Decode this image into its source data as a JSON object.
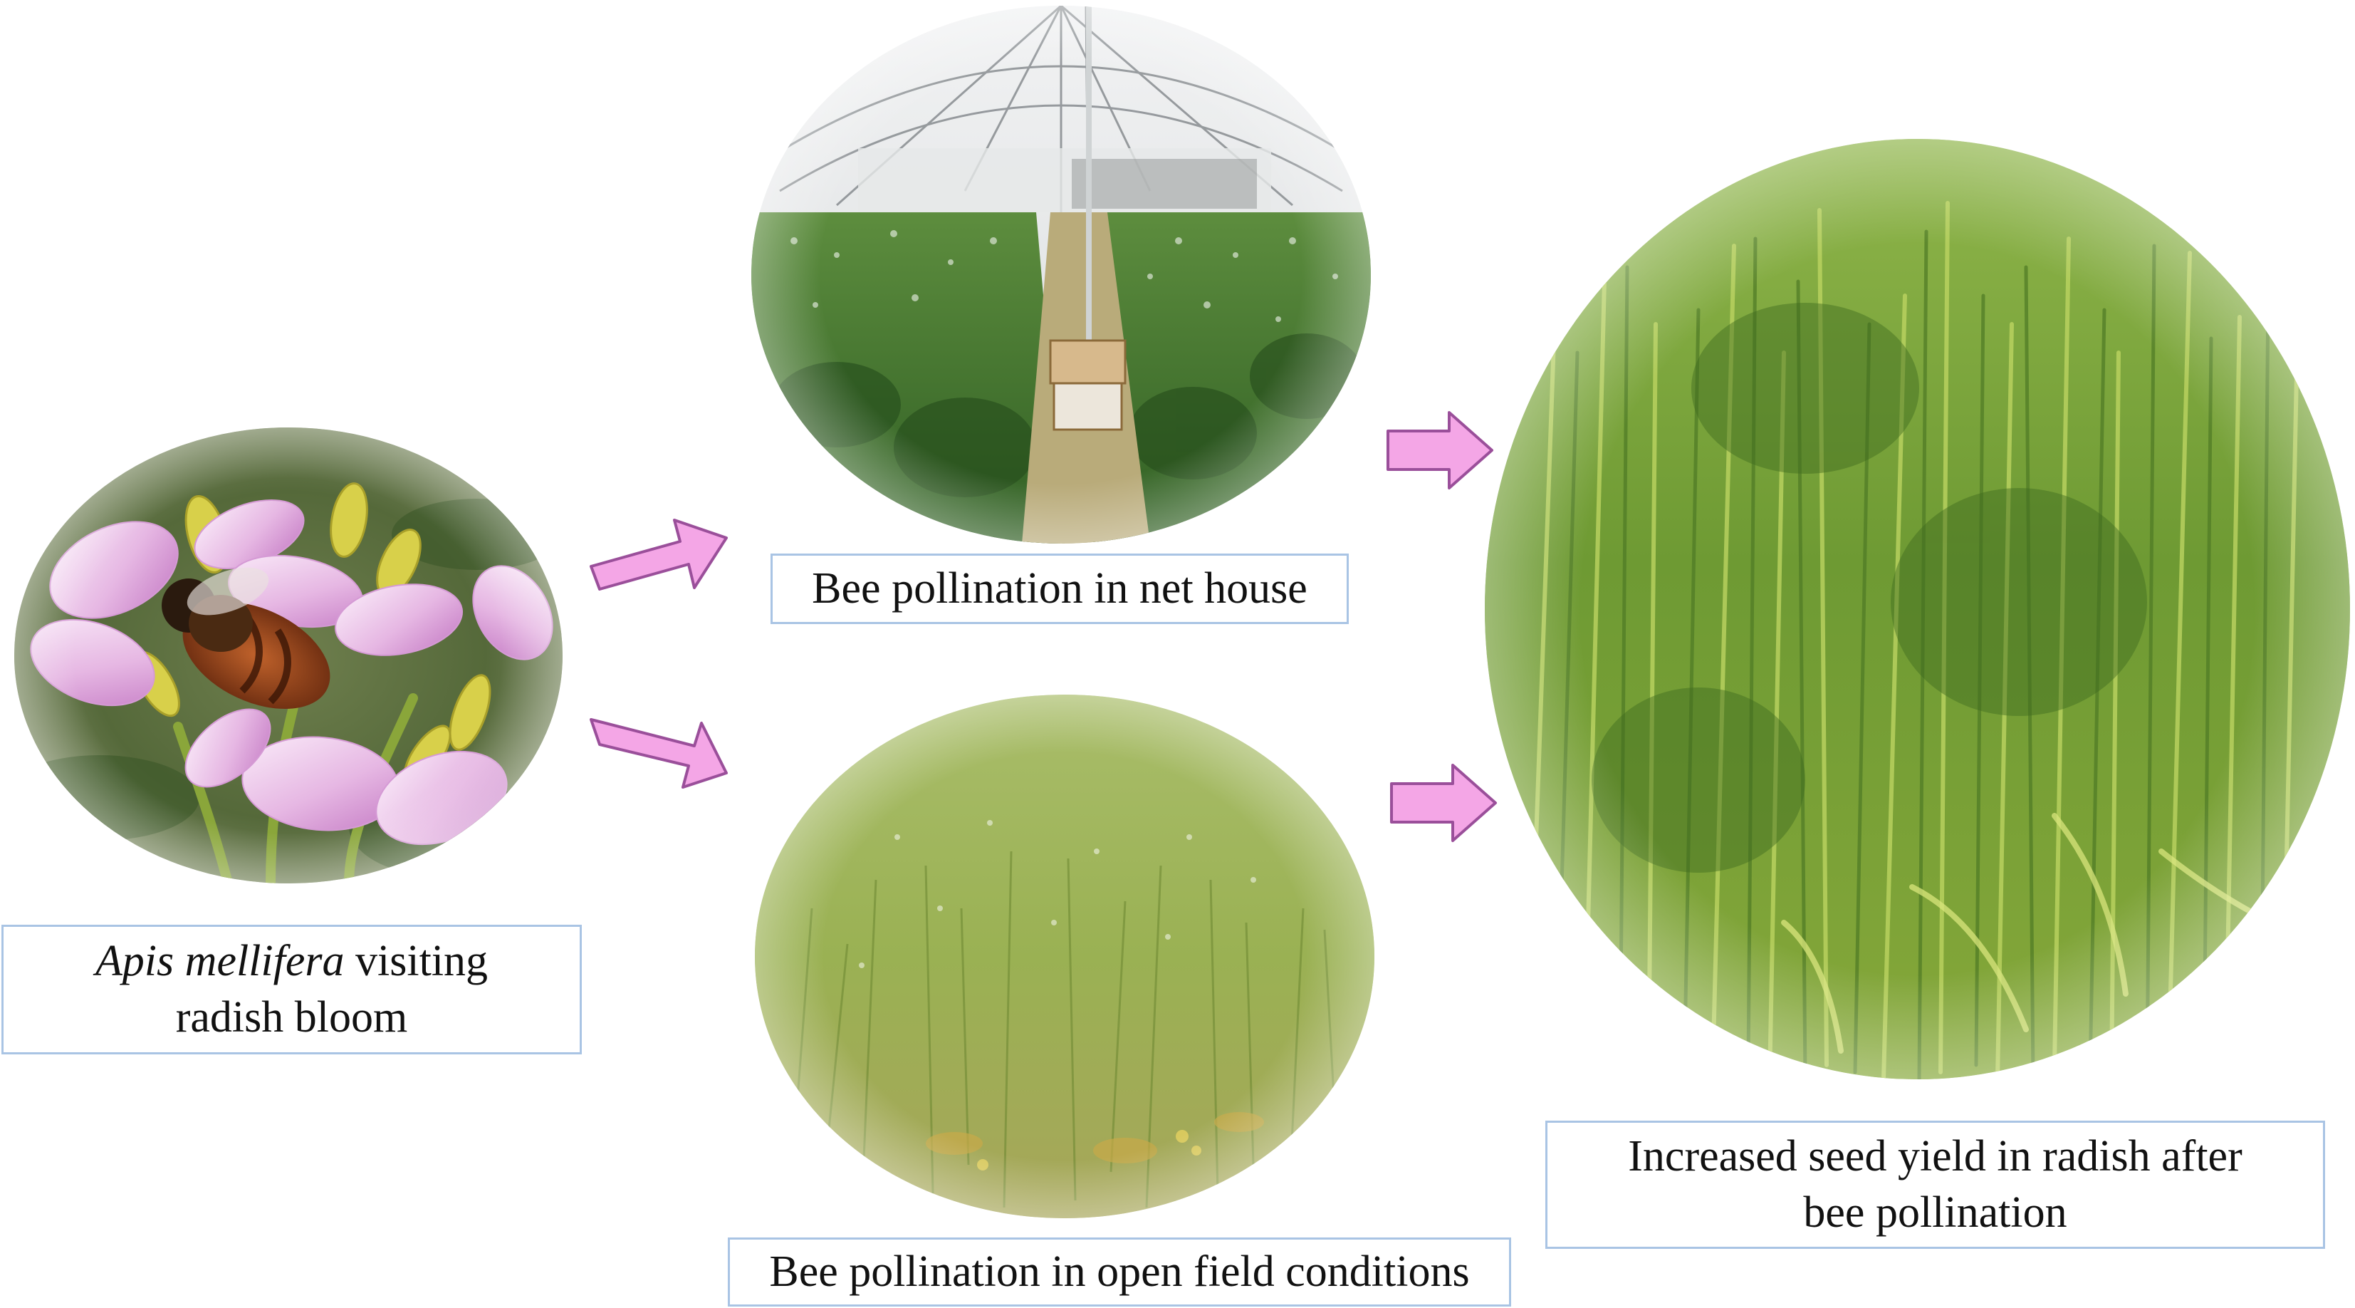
{
  "nodes": {
    "bee": {
      "caption_italic": "Apis mellifera",
      "caption_rest": " visiting",
      "caption_line2": "radish bloom"
    },
    "net_house": {
      "caption": "Bee pollination in net house"
    },
    "open_field": {
      "caption": "Bee pollination in open field conditions"
    },
    "seed_yield": {
      "caption_line1": "Increased seed yield in radish after",
      "caption_line2": "bee pollination"
    }
  },
  "colors": {
    "arrow_fill": "#f4a6e6",
    "arrow_stroke": "#9a4f9a",
    "caption_border": "#a9c4e4"
  }
}
